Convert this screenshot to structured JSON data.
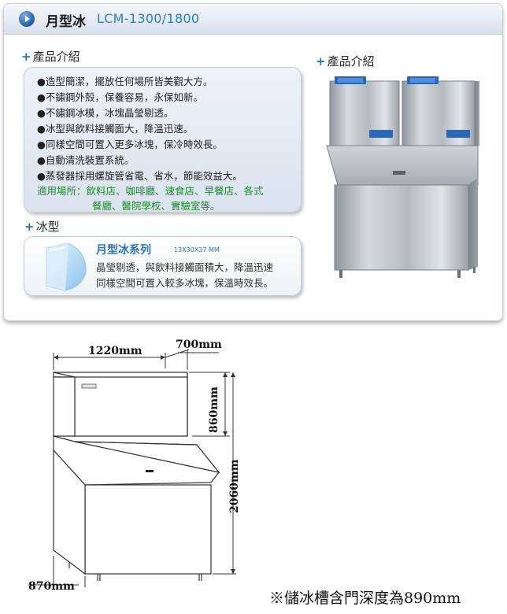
{
  "header": {
    "title": "月型冰",
    "model": "LCM-1300/1800"
  },
  "intro": {
    "heading": "產品介紹",
    "features": [
      "●造型簡潔，擺放任何場所皆美觀大方。",
      "●不鏽鋼外殼，保養容易，永保如新。",
      "●不鏽鋼冰模，冰塊晶瑩剔透。",
      "●冰型與飲料接觸面大，降溫迅速。",
      "●同樣空間可置入更多冰塊，保冷時效長。",
      "●自動清洗裝置系統。",
      "●蒸發器採用螺旋管省電、省水，節能效益大。"
    ],
    "usage_line1": "適用場所：飲料店、咖啡廳、速食店、早餐店、各式",
    "usage_line2": "餐廳、醫院學校、實驗室等。"
  },
  "ice_type": {
    "heading": "冰型",
    "series": "月型冰系列",
    "size": "13X30X37 MM",
    "desc_line1": "晶瑩剔透，與飲料接觸面積大，降溫迅速",
    "desc_line2": "同樣空間可置入較多冰塊，保溫時效長。"
  },
  "photo": {
    "heading": "產品介紹"
  },
  "drawing": {
    "width_label": "1220mm",
    "depth_label": "700mm",
    "upper_height_label": "860mm",
    "total_height_label": "2060mm",
    "bin_depth_label": "870mm",
    "note": "※儲冰槽含門深度為890mm"
  }
}
